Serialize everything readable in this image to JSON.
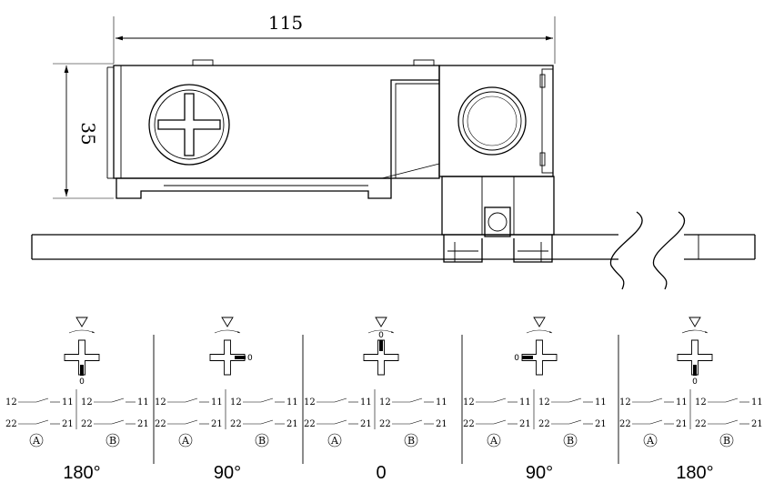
{
  "drawing": {
    "dimensions": {
      "length": "115",
      "height": "35"
    },
    "positions": [
      {
        "angle": "180°",
        "indicator": "0",
        "contacts": {
          "left_top": "12",
          "right_top": "11",
          "left_bottom": "22",
          "right_bottom": "21"
        },
        "circuit_a": "A",
        "circuit_b": "B"
      },
      {
        "angle": "90°",
        "indicator": "0",
        "contacts": {
          "left_top": "12",
          "right_top": "11",
          "left_bottom": "22",
          "right_bottom": "21"
        },
        "circuit_a": "A",
        "circuit_b": "B"
      },
      {
        "angle": "0",
        "indicator": "0",
        "contacts": {
          "left_top": "12",
          "right_top": "11",
          "left_bottom": "22",
          "right_bottom": "21"
        },
        "circuit_a": "A",
        "circuit_b": "B"
      },
      {
        "angle": "90°",
        "indicator": "0",
        "contacts": {
          "left_top": "12",
          "right_top": "11",
          "left_bottom": "22",
          "right_bottom": "21"
        },
        "circuit_a": "A",
        "circuit_b": "B"
      },
      {
        "angle": "180°",
        "indicator": "0",
        "contacts": {
          "left_top": "12",
          "right_top": "11",
          "left_bottom": "22",
          "right_bottom": "21"
        },
        "circuit_a": "A",
        "circuit_b": "B"
      }
    ]
  }
}
